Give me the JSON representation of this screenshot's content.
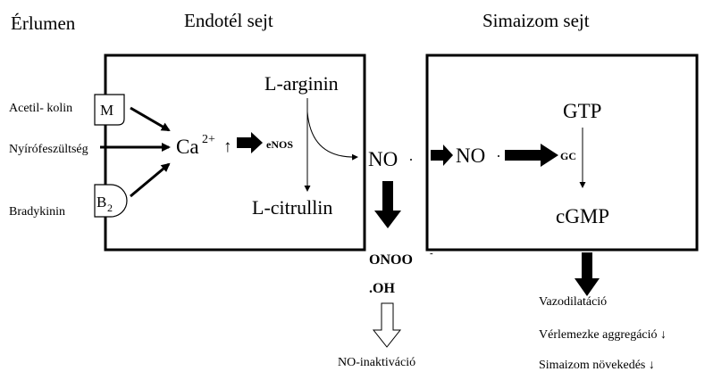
{
  "labels": {
    "lumen": "Érlumen",
    "endothelial_title": "Endotél sejt",
    "smooth_title": "Simaizom sejt",
    "acetylcholine": "Acetil- kolin",
    "shear_stress": "Nyírófeszültség",
    "bradykinin": "Bradykinin",
    "receptor_m": "M",
    "receptor_b": "B",
    "receptor_b_sub": "2",
    "calcium": "Ca",
    "calcium_sup": "2+",
    "calcium_arrow": "↑",
    "enos": "eNOS",
    "l_arginine": "L-arginin",
    "l_citrulline": "L-citrullin",
    "no_endothelial": "NO",
    "no_smooth": "NO",
    "gtp": "GTP",
    "gc": "GC",
    "cgmp": "cGMP",
    "peroxynitrite": "ONOO",
    "peroxynitrite_sup": "-",
    "hydroxyl": ".OH",
    "no_inactivation": "NO-inaktiváció",
    "vasodilation": "Vazodilatáció",
    "platelet_aggregation": "Vérlemezke aggregáció ↓",
    "smooth_muscle_growth": "Simaizom növekedés ↓"
  },
  "colors": {
    "ink": "#000000",
    "background": "#ffffff"
  }
}
